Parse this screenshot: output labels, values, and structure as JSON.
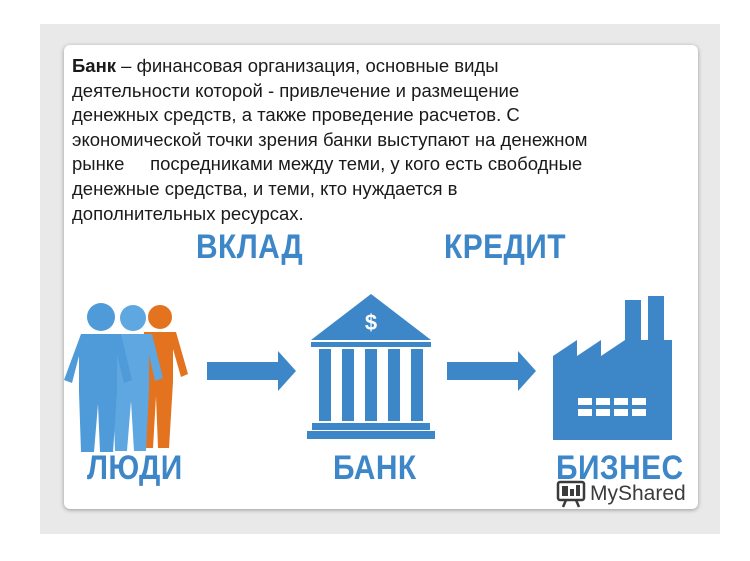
{
  "paragraph": {
    "term": "Банк",
    "lines": [
      " – финансовая организация, основные виды",
      "деятельности которой - привлечение и размещение",
      "денежных средств, а также проведение расчетов. С",
      "экономической точки зрения банки выступают на денежном",
      "рынке     посредниками между теми, у кого есть свободные",
      "денежные средства, и теми, кто нуждается в",
      "дополнительных ресурсах."
    ]
  },
  "flow": {
    "top_labels": {
      "deposit": "ВКЛАД",
      "credit": "КРЕДИТ"
    },
    "bottom_labels": {
      "people": "ЛЮДИ",
      "bank": "БАНК",
      "business": "БИЗНЕС"
    },
    "bank_symbol": "$"
  },
  "watermark": {
    "text": "MyShared"
  },
  "colors": {
    "blue": "#3d86c8",
    "orange": "#e3731f",
    "text": "#1a1a1a"
  }
}
